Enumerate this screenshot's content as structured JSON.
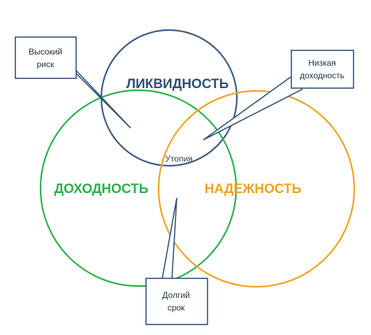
{
  "colors": {
    "liquidity": "#3d5a80",
    "profitability": "#2bb04a",
    "reliability": "#f0a21e",
    "callout_border": "#2f4f75",
    "callout_text": "#1f2d3d"
  },
  "circles": {
    "liquidity": "ЛИКВИДНОСТЬ",
    "profitability": "ДОХОДНОСТЬ",
    "reliability": "НАДЕЖНОСТЬ"
  },
  "center": "Утопия",
  "callouts": {
    "high_risk": {
      "line1": "Высокий",
      "line2": "риск"
    },
    "low_yield": {
      "line1": "Низкая",
      "line2": "доходность"
    },
    "long_term": {
      "line1": "Долгий",
      "line2": "срок"
    }
  }
}
